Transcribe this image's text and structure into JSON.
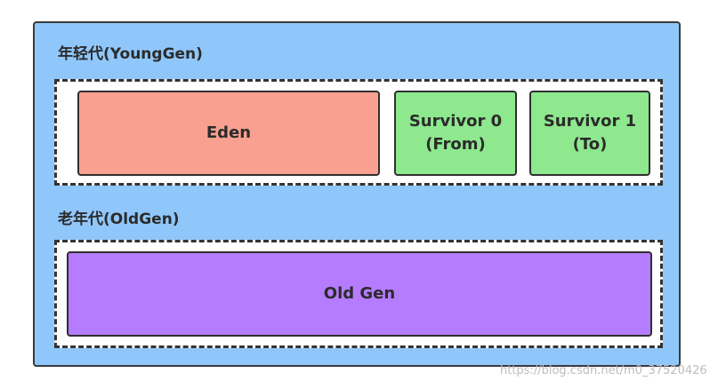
{
  "young_gen": {
    "label": "年轻代(YoungGen)",
    "eden": {
      "label": "Eden",
      "color": "#f9a090"
    },
    "survivor0": {
      "line1": "Survivor 0",
      "line2": "(From)",
      "color": "#8ee88e"
    },
    "survivor1": {
      "line1": "Survivor 1",
      "line2": "(To)",
      "color": "#8ee88e"
    }
  },
  "old_gen": {
    "label": "老年代(OldGen)",
    "box": {
      "label": "Old Gen",
      "color": "#b67cff"
    }
  },
  "background_color": "#90c7fb",
  "watermark": "https://blog.csdn.net/m0_37520426"
}
